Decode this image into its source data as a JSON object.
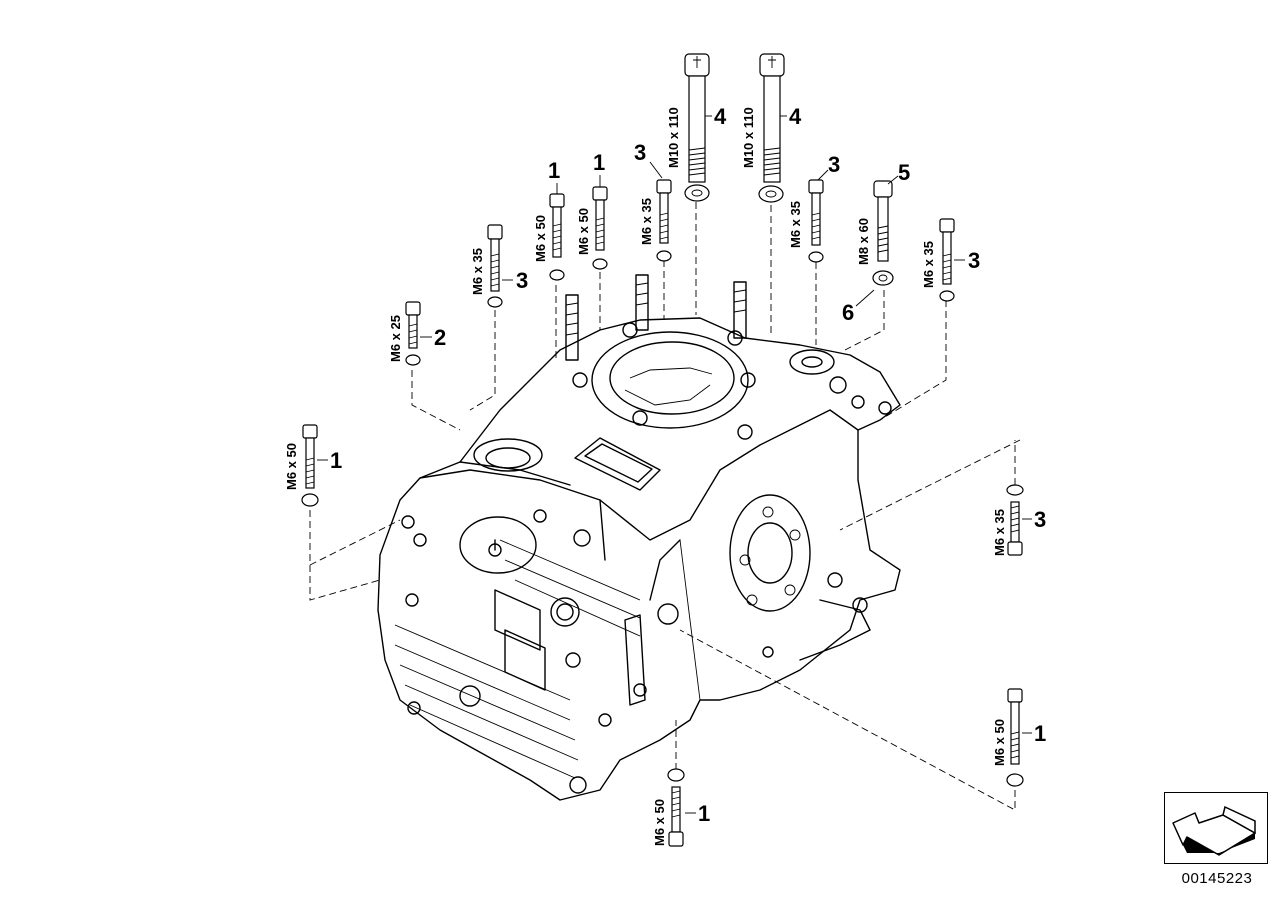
{
  "diagram": {
    "reference_number": "00145223",
    "callouts": [
      {
        "id": "c1",
        "size": "M6 x 35",
        "item": "3"
      },
      {
        "id": "c2",
        "size": "M6 x 50",
        "item": "1"
      },
      {
        "id": "c3",
        "size": "M6 x 50",
        "item": "1"
      },
      {
        "id": "c4",
        "size": "M6 x 35",
        "item": "3"
      },
      {
        "id": "c5",
        "size": "M10 x 110",
        "item": "4"
      },
      {
        "id": "c6",
        "size": "M10 x 110",
        "item": "4"
      },
      {
        "id": "c7",
        "size": "M6 x 35",
        "item": "3"
      },
      {
        "id": "c8",
        "size": "M8 x 60",
        "item": "5"
      },
      {
        "id": "c9",
        "size": "M6 x 35",
        "item": "3"
      },
      {
        "id": "c10",
        "size": "M6 x 25",
        "item": "2"
      },
      {
        "id": "c11",
        "size": "M6 x 50",
        "item": "1"
      },
      {
        "id": "c12",
        "size": "M6 x 35",
        "item": "3"
      },
      {
        "id": "c13",
        "size": "M6 x 50",
        "item": "1"
      },
      {
        "id": "c14",
        "size": "M6 x 50",
        "item": "1"
      }
    ],
    "washer_callout": {
      "item": "6"
    }
  }
}
